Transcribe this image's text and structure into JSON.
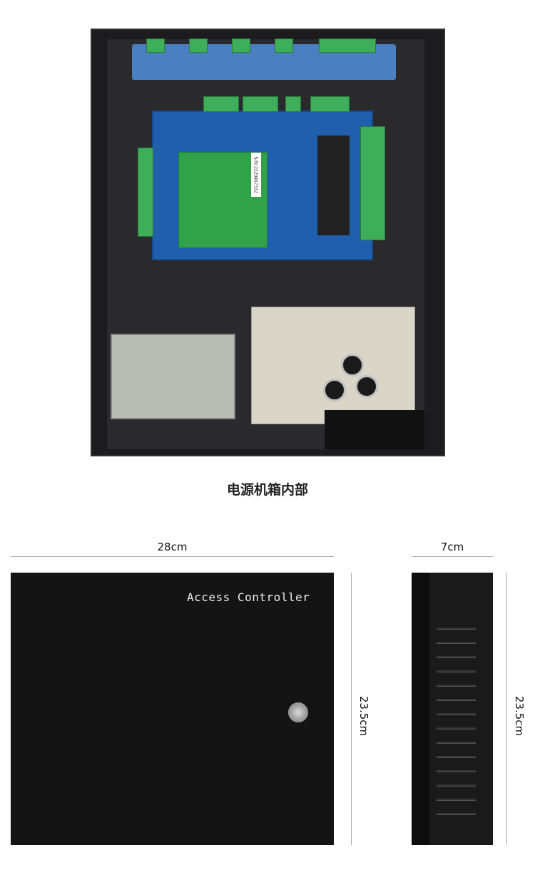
{
  "caption": "电源机箱内部",
  "board_label": "S/N:2229467332",
  "front_panel": {
    "label": "Access Controller"
  },
  "dimensions": {
    "width": "28cm",
    "depth": "7cm",
    "height_front": "23.5cm",
    "height_side": "23.5cm"
  }
}
